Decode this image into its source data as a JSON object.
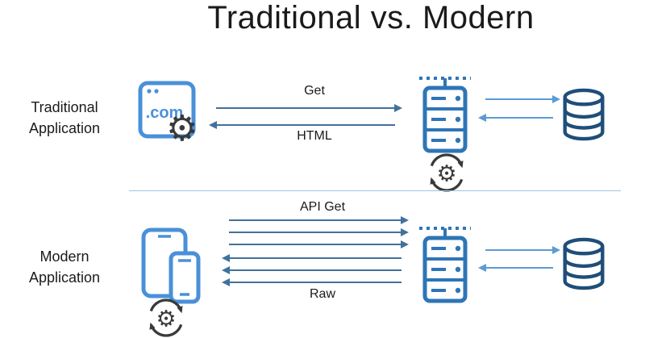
{
  "title": "Traditional vs. Modern",
  "diagram": {
    "rows": [
      {
        "name": "traditional",
        "label_line1": "Traditional",
        "label_line2": "Application",
        "request_label": "Get",
        "response_label": "HTML",
        "browser_text": ".com"
      },
      {
        "name": "modern",
        "label_line1": "Modern",
        "label_line2": "Application",
        "request_label": "API Get",
        "response_label": "Raw"
      }
    ]
  },
  "icons": {
    "gear_glyph": "⚙",
    "browser": "browser-window-icon",
    "server": "server-rack-icon",
    "database": "database-cylinder-icon",
    "devices": "tablet-phone-icon",
    "sync": "sync-gear-icon"
  },
  "colors": {
    "title-color": "#1a1a1a",
    "label-color": "#1a1a1a",
    "arrow": "#41719c",
    "arrow-light": "#5b9bd5",
    "browser-blue": "#4a90d9",
    "server-blue": "#2e75b6",
    "db-navy": "#1f4e79",
    "gear-dark": "#3a3a3a",
    "divider": "#9dc3e6",
    "background": "#ffffff"
  }
}
